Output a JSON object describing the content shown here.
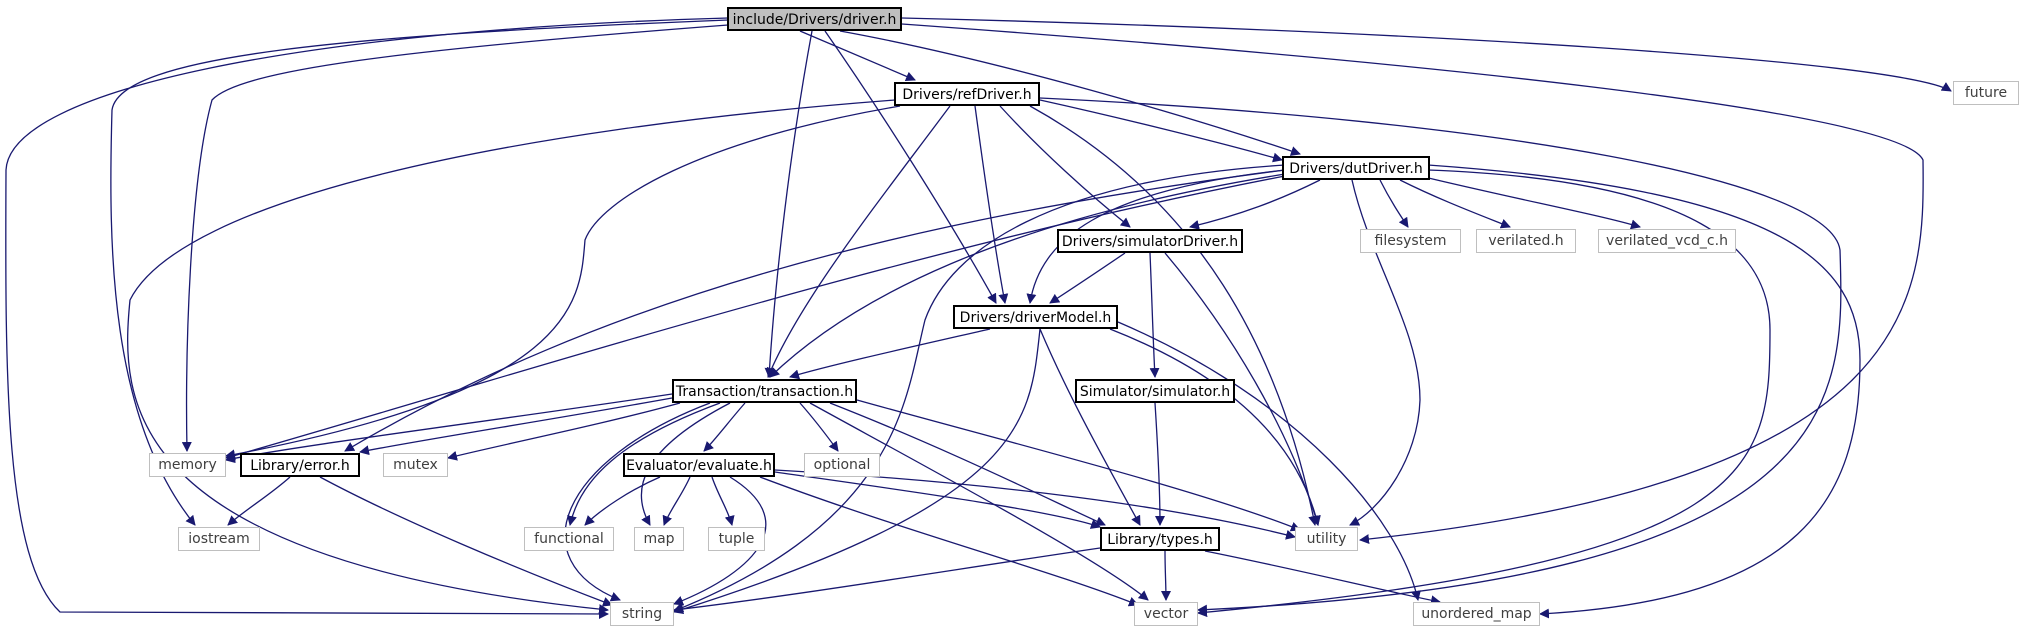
{
  "colors": {
    "edge": "#191970",
    "root_fill": "#bfbfbf",
    "local_border": "#000000",
    "system_border": "#bfbfbf",
    "system_text": "#404040"
  },
  "nodes": {
    "root": "include/Drivers/driver.h",
    "refDriver": "Drivers/refDriver.h",
    "dutDriver": "Drivers/dutDriver.h",
    "simulatorDriver": "Drivers/simulatorDriver.h",
    "driverModel": "Drivers/driverModel.h",
    "transaction": "Transaction/transaction.h",
    "simulator": "Simulator/simulator.h",
    "error": "Library/error.h",
    "evaluate": "Evaluator/evaluate.h",
    "types": "Library/types.h",
    "future": "future",
    "filesystem": "filesystem",
    "verilated": "verilated.h",
    "verilated_vcd": "verilated_vcd_c.h",
    "memory": "memory",
    "mutex": "mutex",
    "optional": "optional",
    "iostream": "iostream",
    "functional": "functional",
    "map": "map",
    "tuple": "tuple",
    "utility": "utility",
    "string": "string",
    "vector": "vector",
    "unordered_map": "unordered_map"
  }
}
